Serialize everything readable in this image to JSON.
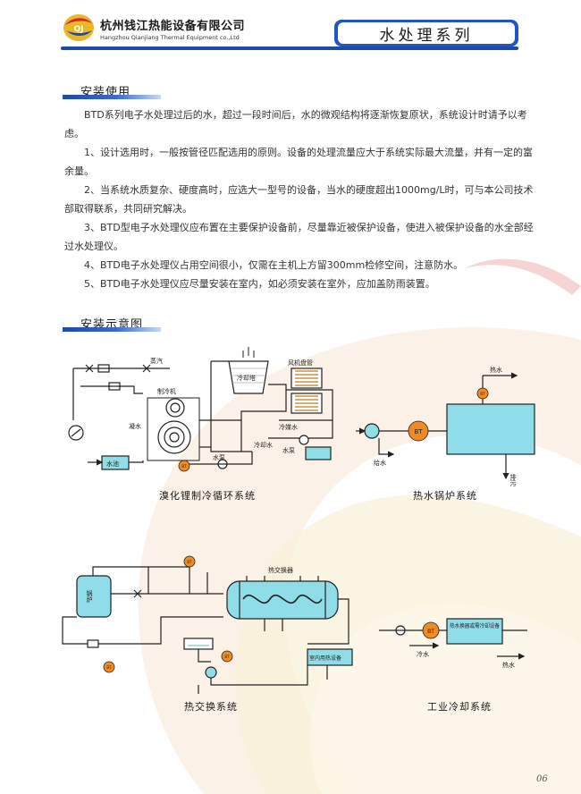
{
  "header": {
    "company_cn": "杭州钱江热能设备有限公司",
    "company_en": "Hangzhou Qianjiang Thermal Equipment co.,Ltd",
    "series_title": "水处理系列"
  },
  "install": {
    "title": "安装使用",
    "paragraphs": [
      "BTD系列电子水处理过后的水，超过一段时间后，水的微观结构将逐渐恢复原状，系统设计时请予以考虑。",
      "1、设计选用时，一般按管径匹配选用的原则。设备的处理流量应大于系统实际最大流量，并有一定的富余量。",
      "2、当系统水质复杂、硬度高时，应选大一型号的设备，当水的硬度超出1000mg/L时，可与本公司技术部取得联系，共同研究解决。",
      "3、BTD型电子水处理仪应布置在主要保护设备前，尽量靠近被保护设备，使进入被保护设备的水全部经过水处理仪。",
      "4、BTD电子水处理仪占用空间很小，仅需在主机上方留300mm检修空间，注意防水。",
      "5、BTD电子水处理仪应尽量安装在室内，如必须安装在室外，应加盖防雨装置。"
    ]
  },
  "diagrams": {
    "title": "安装示意图",
    "bt_label": "BT",
    "lithium": {
      "caption": "溴化锂制冷循环系统",
      "steam": "蒸汽",
      "refrigerator": "制冷机",
      "cooling_tower": "冷却塔",
      "fan_coil": "风机盘管",
      "chilled_water": "冷媒水",
      "condensate": "凝水",
      "cooling_water": "冷却水",
      "pump1": "水泵",
      "pump2": "水泵",
      "pool": "水池"
    },
    "boiler": {
      "caption": "热水锅炉系统",
      "hot_water": "热水",
      "feed_water": "给水",
      "drain": "排污"
    },
    "exchange": {
      "caption": "热交换系统",
      "boiler_label": "锅炉",
      "exchanger": "热交换器",
      "indoor": "室内用热设备"
    },
    "industrial": {
      "caption": "工业冷却系统",
      "device": "热水换器或需冷却设备",
      "cold_water": "冷水",
      "hot_water": "热水"
    }
  },
  "page_number": "06",
  "colors": {
    "brand_blue": "#1e4aa8",
    "bt_orange": "#f08a24",
    "tank_cyan": "#8fdde8"
  }
}
